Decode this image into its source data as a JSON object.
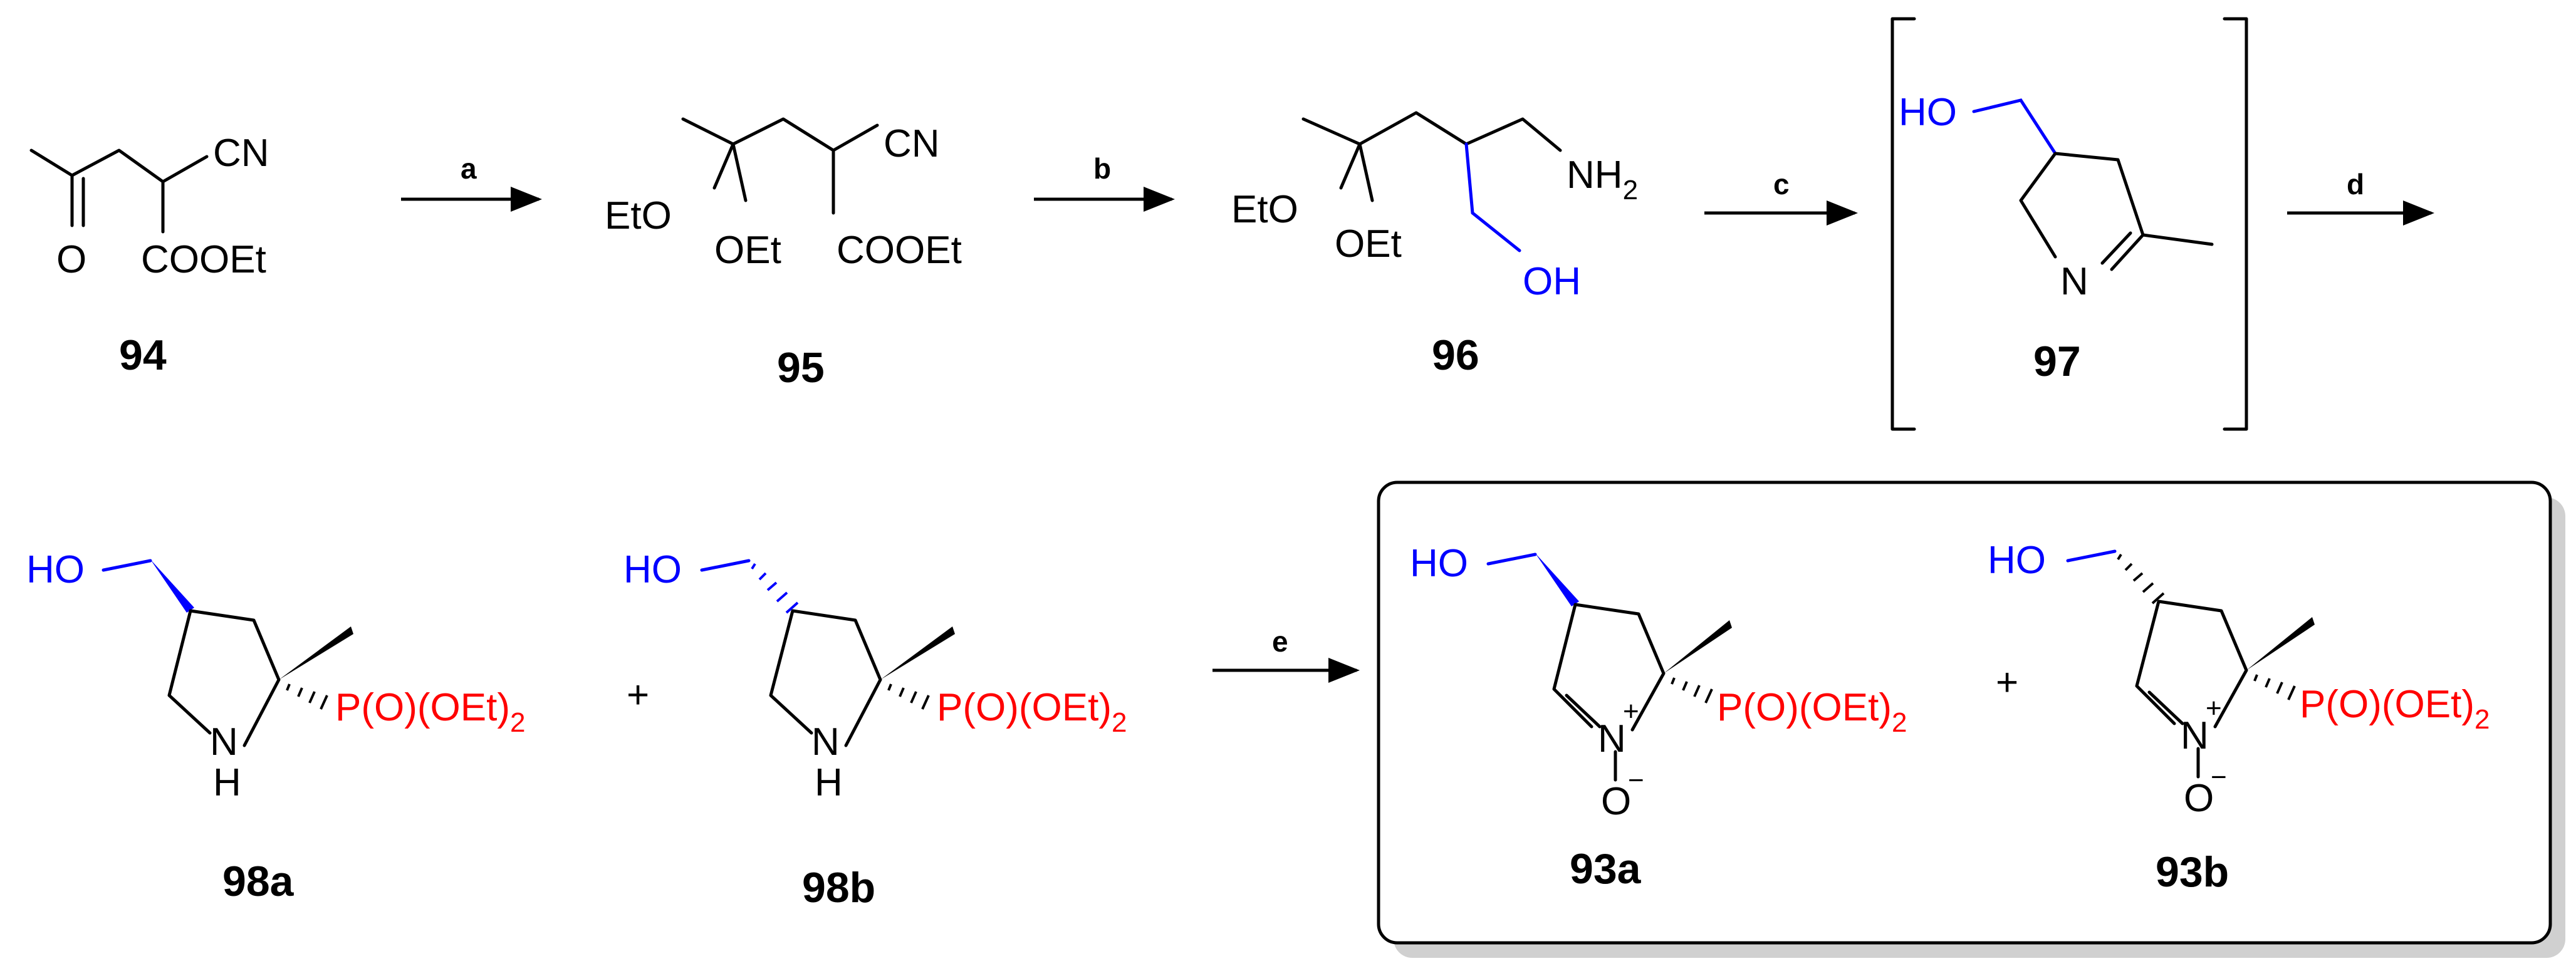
{
  "compounds": {
    "c94": {
      "number": "94"
    },
    "c95": {
      "number": "95"
    },
    "c96": {
      "number": "96"
    },
    "c97": {
      "number": "97"
    },
    "c98a": {
      "number": "98a"
    },
    "c98b": {
      "number": "98b"
    },
    "c93a": {
      "number": "93a"
    },
    "c93b": {
      "number": "93b"
    }
  },
  "steps": {
    "a": "a",
    "b": "b",
    "c": "c",
    "d": "d",
    "e": "e"
  },
  "atoms": {
    "CN": "CN",
    "COOEt": "COOEt",
    "O": "O",
    "EtO": "EtO",
    "OEt": "OEt",
    "NH": "NH",
    "sub2": "2",
    "OH": "OH",
    "HO": "HO",
    "N": "N",
    "H": "H",
    "phosphonate": "P(O)(OEt)",
    "plus_charge": "+",
    "minus_charge": "−"
  },
  "operators": {
    "plus": "+"
  },
  "colors": {
    "hydroxymethyl": "#0000ff",
    "phosphonate": "#ff0000",
    "bonds": "#000000"
  }
}
